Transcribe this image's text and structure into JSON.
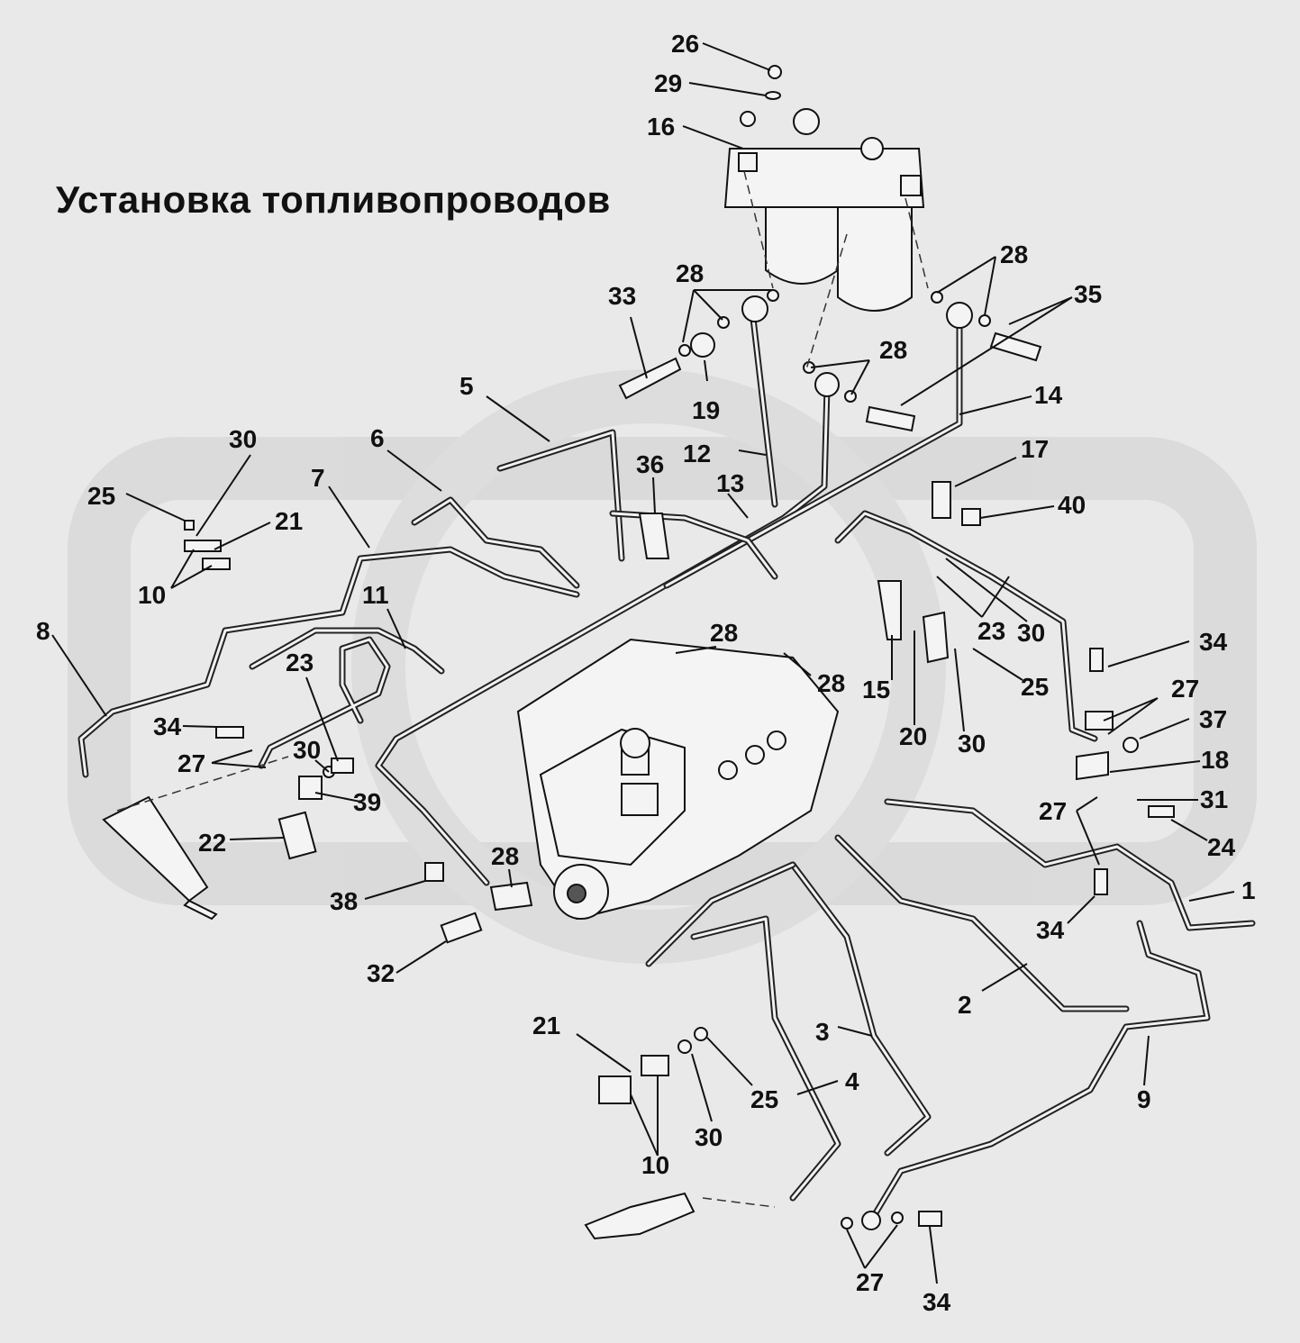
{
  "title": "Установка топливопроводов",
  "callout_numbers": {
    "c26": "26",
    "c29": "29",
    "c16": "16",
    "c28a": "28",
    "c28b": "28",
    "c28c": "28",
    "c28d": "28",
    "c28e": "28",
    "c28f": "28",
    "c33": "33",
    "c35": "35",
    "c19": "19",
    "c5": "5",
    "c14": "14",
    "c12": "12",
    "c36": "36",
    "c13": "13",
    "c17": "17",
    "c40": "40",
    "c30a": "30",
    "c30b": "30",
    "c30c": "30",
    "c30d": "30",
    "c30e": "30",
    "c25a": "25",
    "c25b": "25",
    "c25c": "25",
    "c21a": "21",
    "c21b": "21",
    "c10a": "10",
    "c10b": "10",
    "c6": "6",
    "c7": "7",
    "c8": "8",
    "c11": "11",
    "c23a": "23",
    "c23b": "23",
    "c34a": "34",
    "c34b": "34",
    "c34c": "34",
    "c34d": "34",
    "c27a": "27",
    "c27b": "27",
    "c27c": "27",
    "c27d": "27",
    "c39": "39",
    "c22": "22",
    "c38": "38",
    "c32": "32",
    "c15": "15",
    "c20": "20",
    "c37": "37",
    "c18": "18",
    "c31": "31",
    "c24": "24",
    "c1": "1",
    "c2": "2",
    "c3": "3",
    "c4": "4",
    "c9": "9"
  }
}
